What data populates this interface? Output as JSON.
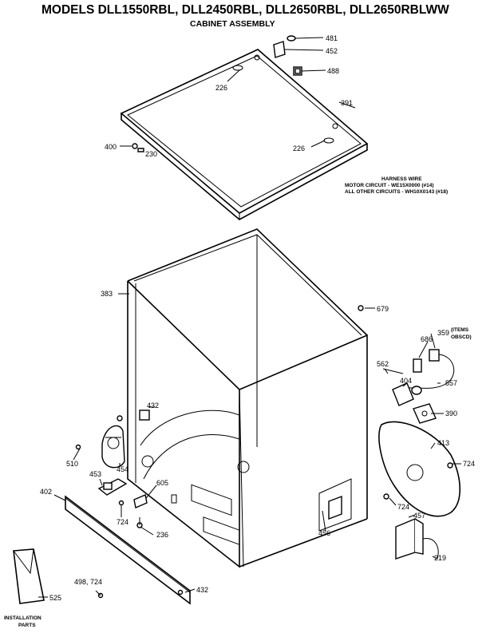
{
  "header": {
    "title": "MODELS DLL1550RBL, DLL2450RBL, DLL2650RBL, DLL2650RBLWW",
    "subtitle": "CABINET ASSEMBLY"
  },
  "note": {
    "line1": "HARNESS WIRE",
    "line2": "MOTOR CIRCUIT - WE15X0000 (#14)",
    "line3": "ALL OTHER CIRCUITS - WH10X0143 (#18)",
    "items_line1": "(ITEMS",
    "items_line2": "OBSCD)"
  },
  "labels": {
    "p481": "481",
    "p452": "452",
    "p488": "488",
    "p226a": "226",
    "p391": "391",
    "p400": "400",
    "p230": "230",
    "p226b": "226",
    "p383": "383",
    "p679": "679",
    "p686": "686",
    "p359": "359",
    "p562": "562",
    "p404": "404",
    "p557": "557",
    "p432a": "432",
    "p390": "390",
    "p413": "413",
    "p510": "510",
    "p454": "454",
    "p724a": "724",
    "p453": "453",
    "p605": "605",
    "p402": "402",
    "p724b": "724",
    "p724c": "724",
    "p457": "457",
    "p236": "236",
    "p456": "456",
    "p219": "219",
    "p498": "498, 724",
    "p525": "525",
    "p432b": "432",
    "install1": "INSTALLATION",
    "install2": "PARTS"
  }
}
